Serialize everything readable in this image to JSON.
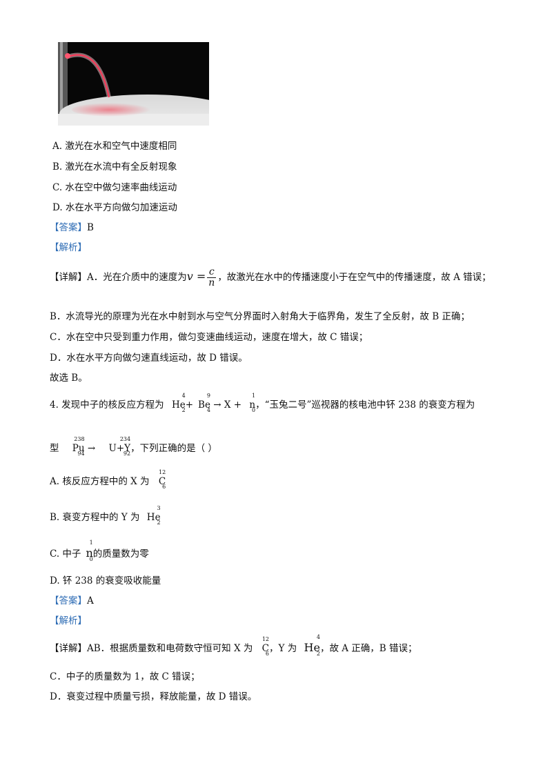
{
  "photo": {
    "icon": "laser-water-stream-photo"
  },
  "q3": {
    "options": [
      "A. 激光在水和空气中速度相同",
      "B. 激光在水流中有全反射现象",
      "C. 水在空中做匀速率曲线运动",
      "D. 水在水平方向做匀加速运动"
    ],
    "answer_tag": "【答案】",
    "answer": "B",
    "analysis_tag": "【解析】",
    "detail_tag": "【详解】",
    "detail_a_pre": "A．光在介质中的速度为",
    "formula_v": "v =",
    "formula_num": "c",
    "formula_den": "n",
    "detail_a_post": "，故激光在水中的传播速度小于在空气中的传播速度，故 A 错误；",
    "detail_b": "B．水流导光的原理为光在水中射到水与空气分界面时入射角大于临界角，发生了全反射，故 B 正确；",
    "detail_c": "C．水在空中只受到重力作用，做匀变速曲线运动，速度在增大，故 C 错误；",
    "detail_d": "D．水在水平方向做匀速直线运动，故 D 错误。",
    "choice": "故选 B。"
  },
  "q4": {
    "stem_pre": "4. 发现中子的核反应方程为",
    "he": {
      "mass": "4",
      "charge": "2",
      "symbol": "He"
    },
    "plus1": "+",
    "be": {
      "mass": "9",
      "charge": "4",
      "symbol": "Be"
    },
    "arrow": "→",
    "x": "X +",
    "n": {
      "mass": "1",
      "charge": "0",
      "symbol": "n"
    },
    "stem_post": "，“玉兔二号”巡视器的核电池中钚 238 的衰变方程为",
    "line2_pre": "型",
    "pu": {
      "mass": "238",
      "charge": "94",
      "symbol": "Pu"
    },
    "arrow2": "→",
    "u": {
      "mass": "234",
      "charge": "92",
      "symbol": "U+Y"
    },
    "line2_post": "，下列正确的是（      ）",
    "opt_a": "A. 核反应方程中的 X 为",
    "opt_a_iso": {
      "mass": "12",
      "charge": "6",
      "symbol": "C"
    },
    "opt_b": "B. 衰变方程中的 Y 为",
    "opt_b_iso": {
      "mass": "3",
      "charge": "2",
      "symbol": "He"
    },
    "opt_c_pre": "C. 中子",
    "opt_c_iso": {
      "mass": "1",
      "charge": "0",
      "symbol": "n"
    },
    "opt_c_post": "的质量数为零",
    "opt_d": "D. 钚 238 的衰变吸收能量",
    "answer_tag": "【答案】",
    "answer": "A",
    "analysis_tag": "【解析】",
    "detail_tag": "【详解】",
    "detail_ab_pre": "AB．根据质量数和电荷数守恒可知 X 为",
    "detail_c_iso": {
      "mass": "12",
      "charge": "6",
      "symbol": "C"
    },
    "detail_ab_mid": "，Y 为",
    "detail_he_iso": {
      "mass": "4",
      "charge": "2",
      "symbol": "He"
    },
    "detail_ab_post": "，故 A 正确，B 错误；",
    "detail_c": "C．中子的质量数为 1，故 C 错误；",
    "detail_d": "D．衰变过程中质量亏损，释放能量，故 D 错误。"
  }
}
